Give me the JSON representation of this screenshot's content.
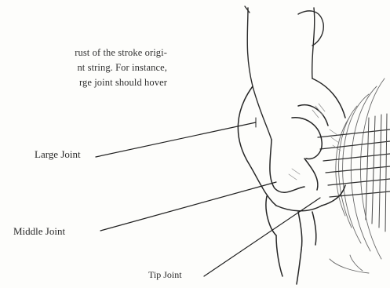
{
  "paragraph": {
    "lines": [
      "rust of the stroke origi-",
      "nt string. For instance,",
      "rge joint should hover"
    ]
  },
  "labels": {
    "large_joint": "Large Joint",
    "middle_joint": "Middle Joint",
    "tip_joint": "Tip Joint"
  }
}
